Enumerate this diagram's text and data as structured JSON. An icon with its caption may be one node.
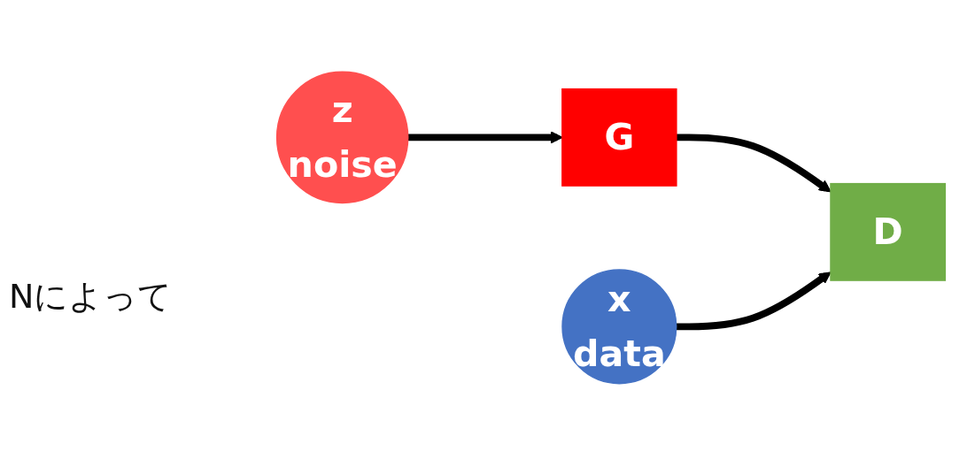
{
  "diagram": {
    "nodes": [
      {
        "text": [
          "z",
          "noise"
        ]
      },
      {
        "text": [
          "G"
        ]
      },
      {
        "text": [
          "x",
          "data"
        ]
      },
      {
        "text": [
          "D"
        ]
      }
    ],
    "edges": [
      {
        "from": 0,
        "to": 1,
        "arrow": "to"
      },
      {
        "from": 1,
        "to": 3,
        "arrow": "to"
      },
      {
        "from": 2,
        "to": 3,
        "arrow": "to"
      }
    ],
    "labels": [
      "Nによって"
    ]
  }
}
